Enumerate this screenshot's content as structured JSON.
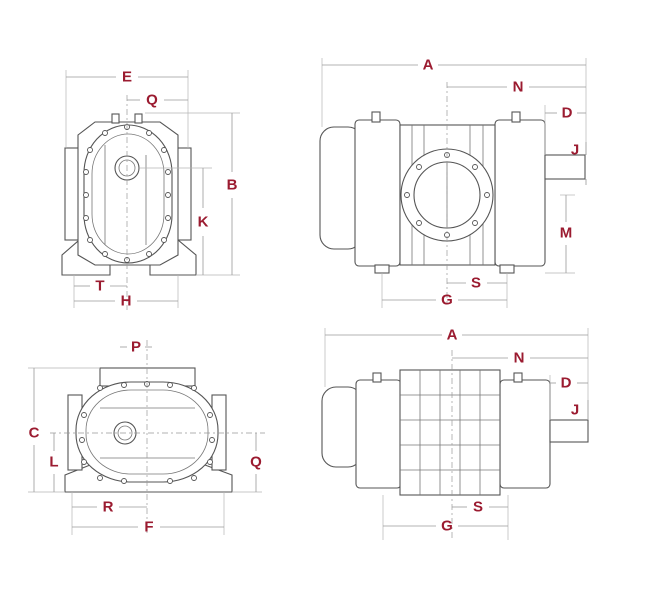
{
  "views": {
    "front_top": {
      "labels": {
        "E": "E",
        "Q": "Q",
        "B": "B",
        "K": "K",
        "T": "T",
        "H": "H"
      }
    },
    "side_top": {
      "labels": {
        "A": "A",
        "N": "N",
        "D": "D",
        "J": "J",
        "M": "M",
        "G": "G",
        "S": "S"
      }
    },
    "front_bottom": {
      "labels": {
        "P": "P",
        "C": "C",
        "L": "L",
        "Q": "Q",
        "R": "R",
        "F": "F"
      }
    },
    "side_bottom": {
      "labels": {
        "A": "A",
        "N": "N",
        "D": "D",
        "J": "J",
        "S": "S",
        "G": "G"
      }
    }
  },
  "colors": {
    "label": "#9b1b30",
    "line": "#555555"
  }
}
